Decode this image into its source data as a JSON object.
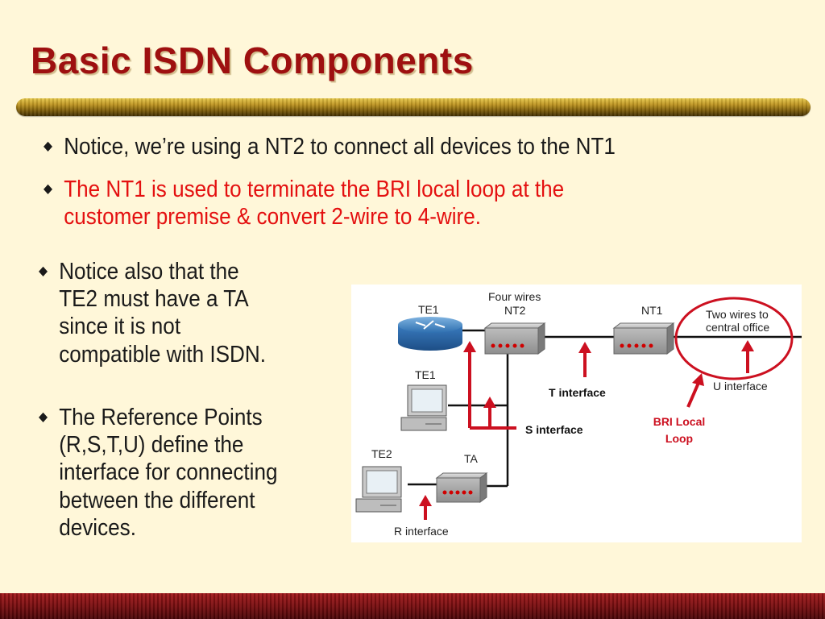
{
  "slide": {
    "title": "Basic ISDN Components",
    "bullets": [
      "Notice, we’re using a NT2 to connect all devices to the NT1",
      "The NT1 is used to terminate the BRI local loop at the customer premise & convert 2-wire to 4-wire.",
      "Notice also that the TE2 must have a TA since it is not compatible with ISDN.",
      "The Reference Points (R,S,T,U) define the interface for connecting between the different devices."
    ],
    "bullet_lines": {
      "b2": [
        "The NT1 is used to terminate the BRI local loop at the",
        "customer premise & convert 2-wire to 4-wire."
      ],
      "b3": [
        "Notice also that the",
        "TE2 must have a TA",
        "since it is not",
        "compatible with ISDN."
      ],
      "b4": [
        "The Reference Points",
        "(R,S,T,U) define the",
        "interface for connecting",
        "between the different",
        "devices."
      ]
    }
  },
  "diagram": {
    "devices": {
      "te1_router": "TE1",
      "te1_pc": "TE1",
      "te2_pc": "TE2",
      "ta": "TA",
      "nt2_line1": "Four wires",
      "nt2_line2": "NT2",
      "nt1": "NT1"
    },
    "notes": {
      "two_wires_line1": "Two wires to",
      "two_wires_line2": "central office"
    },
    "interfaces": {
      "t": "T interface",
      "s": "S interface",
      "u": "U interface",
      "r": "R interface"
    },
    "bri": {
      "line1": "BRI Local",
      "line2": "Loop"
    }
  },
  "colors": {
    "title": "#9E1010",
    "bullet_highlight": "#E41010",
    "annotation_red": "#CC1020",
    "background": "#FFF7D9"
  },
  "icons": [
    "diamond-bullet-icon",
    "router-icon",
    "pc-icon",
    "arrow-up-icon",
    "diagonal-arrow-icon"
  ]
}
